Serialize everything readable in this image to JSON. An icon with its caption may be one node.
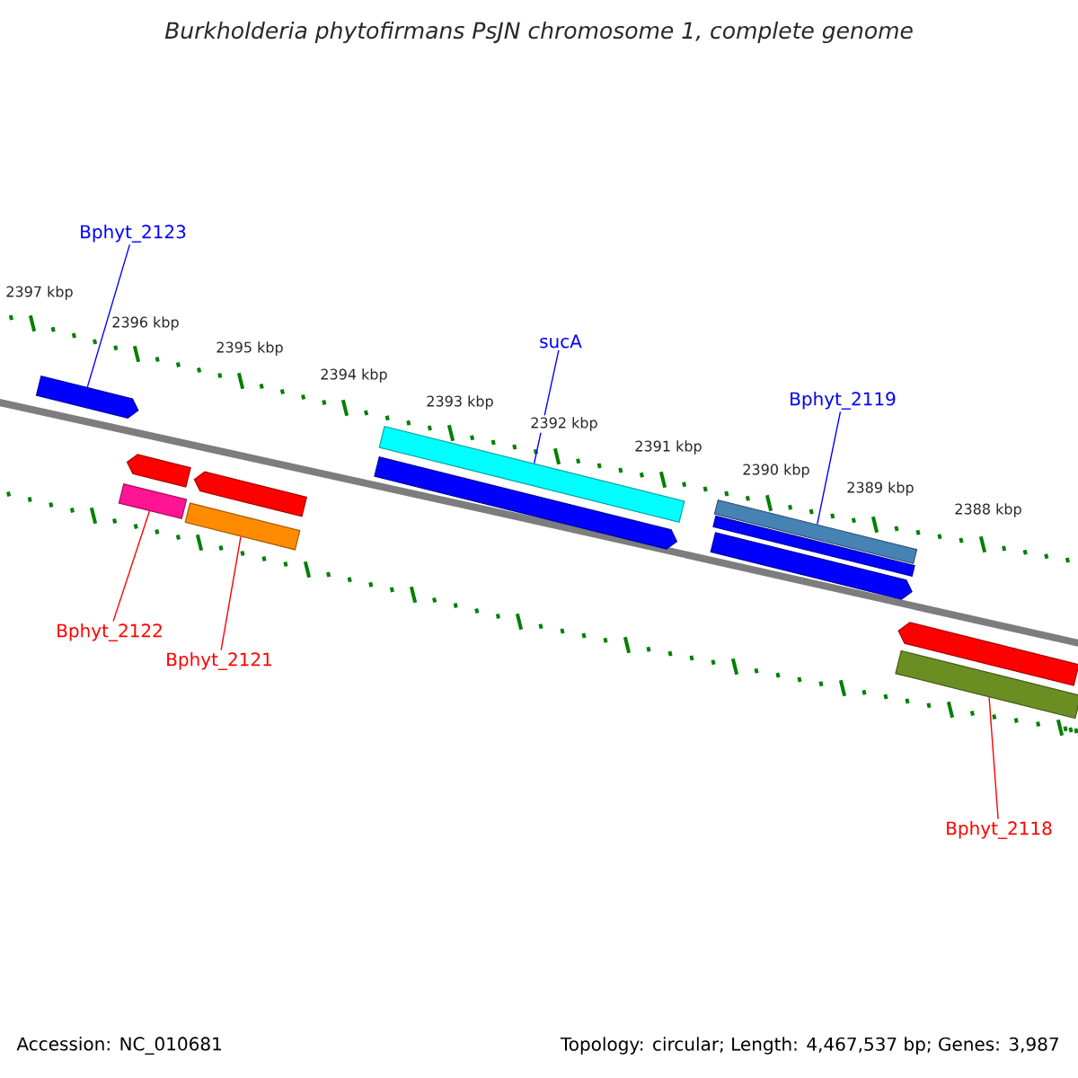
{
  "diagram": {
    "title": "Burkholderia phytofirmans PsJN chromosome 1, complete genome",
    "nodes": [
      {
        "text": [
          "Bphyt_2123"
        ]
      },
      {
        "text": [
          "sucA"
        ]
      },
      {
        "text": [
          "Bphyt_2119"
        ]
      },
      {
        "text": [
          "Bphyt_2122"
        ]
      },
      {
        "text": [
          "Bphyt_2121"
        ]
      },
      {
        "text": [
          "Bphyt_2118"
        ]
      },
      {
        "text": [],
        "shape": "bar"
      },
      {
        "text": [],
        "shape": "bar"
      },
      {
        "text": [],
        "shape": "bar"
      },
      {
        "text": [],
        "shape": "bar"
      },
      {
        "text": [],
        "shape": "bar"
      },
      {
        "text": [],
        "shape": "bar"
      },
      {
        "text": [],
        "shape": "bar"
      },
      {
        "text": [],
        "shape": "bar"
      },
      {
        "text": [],
        "shape": "bar"
      },
      {
        "text": [],
        "shape": "bar"
      },
      {
        "text": [],
        "shape": "bar"
      },
      {
        "text": [],
        "shape": "bar"
      }
    ],
    "edges": [
      {
        "from": 0,
        "to": 6,
        "arrow": "none",
        "color": "#0000ff"
      },
      {
        "from": 1,
        "to": 12,
        "arrow": "none",
        "color": "#0000ff"
      },
      {
        "from": 2,
        "to": 15,
        "arrow": "none",
        "color": "#0000ff"
      },
      {
        "from": 3,
        "to": 7,
        "arrow": "none",
        "color": "#ff0000"
      },
      {
        "from": 4,
        "to": 9,
        "arrow": "none",
        "color": "#ff0000"
      },
      {
        "from": 5,
        "to": 16,
        "arrow": "none",
        "color": "#ff0000"
      }
    ],
    "labels": [
      "2397 kbp",
      "2396 kbp",
      "2395 kbp",
      "2394 kbp",
      "2393 kbp",
      "2392 kbp",
      "2391 kbp",
      "2390 kbp",
      "2389 kbp",
      "2388 kbp",
      "Accession: NC_010681",
      "Topology: circular; Length: 4,467,537 bp; Genes: 3,987"
    ]
  }
}
